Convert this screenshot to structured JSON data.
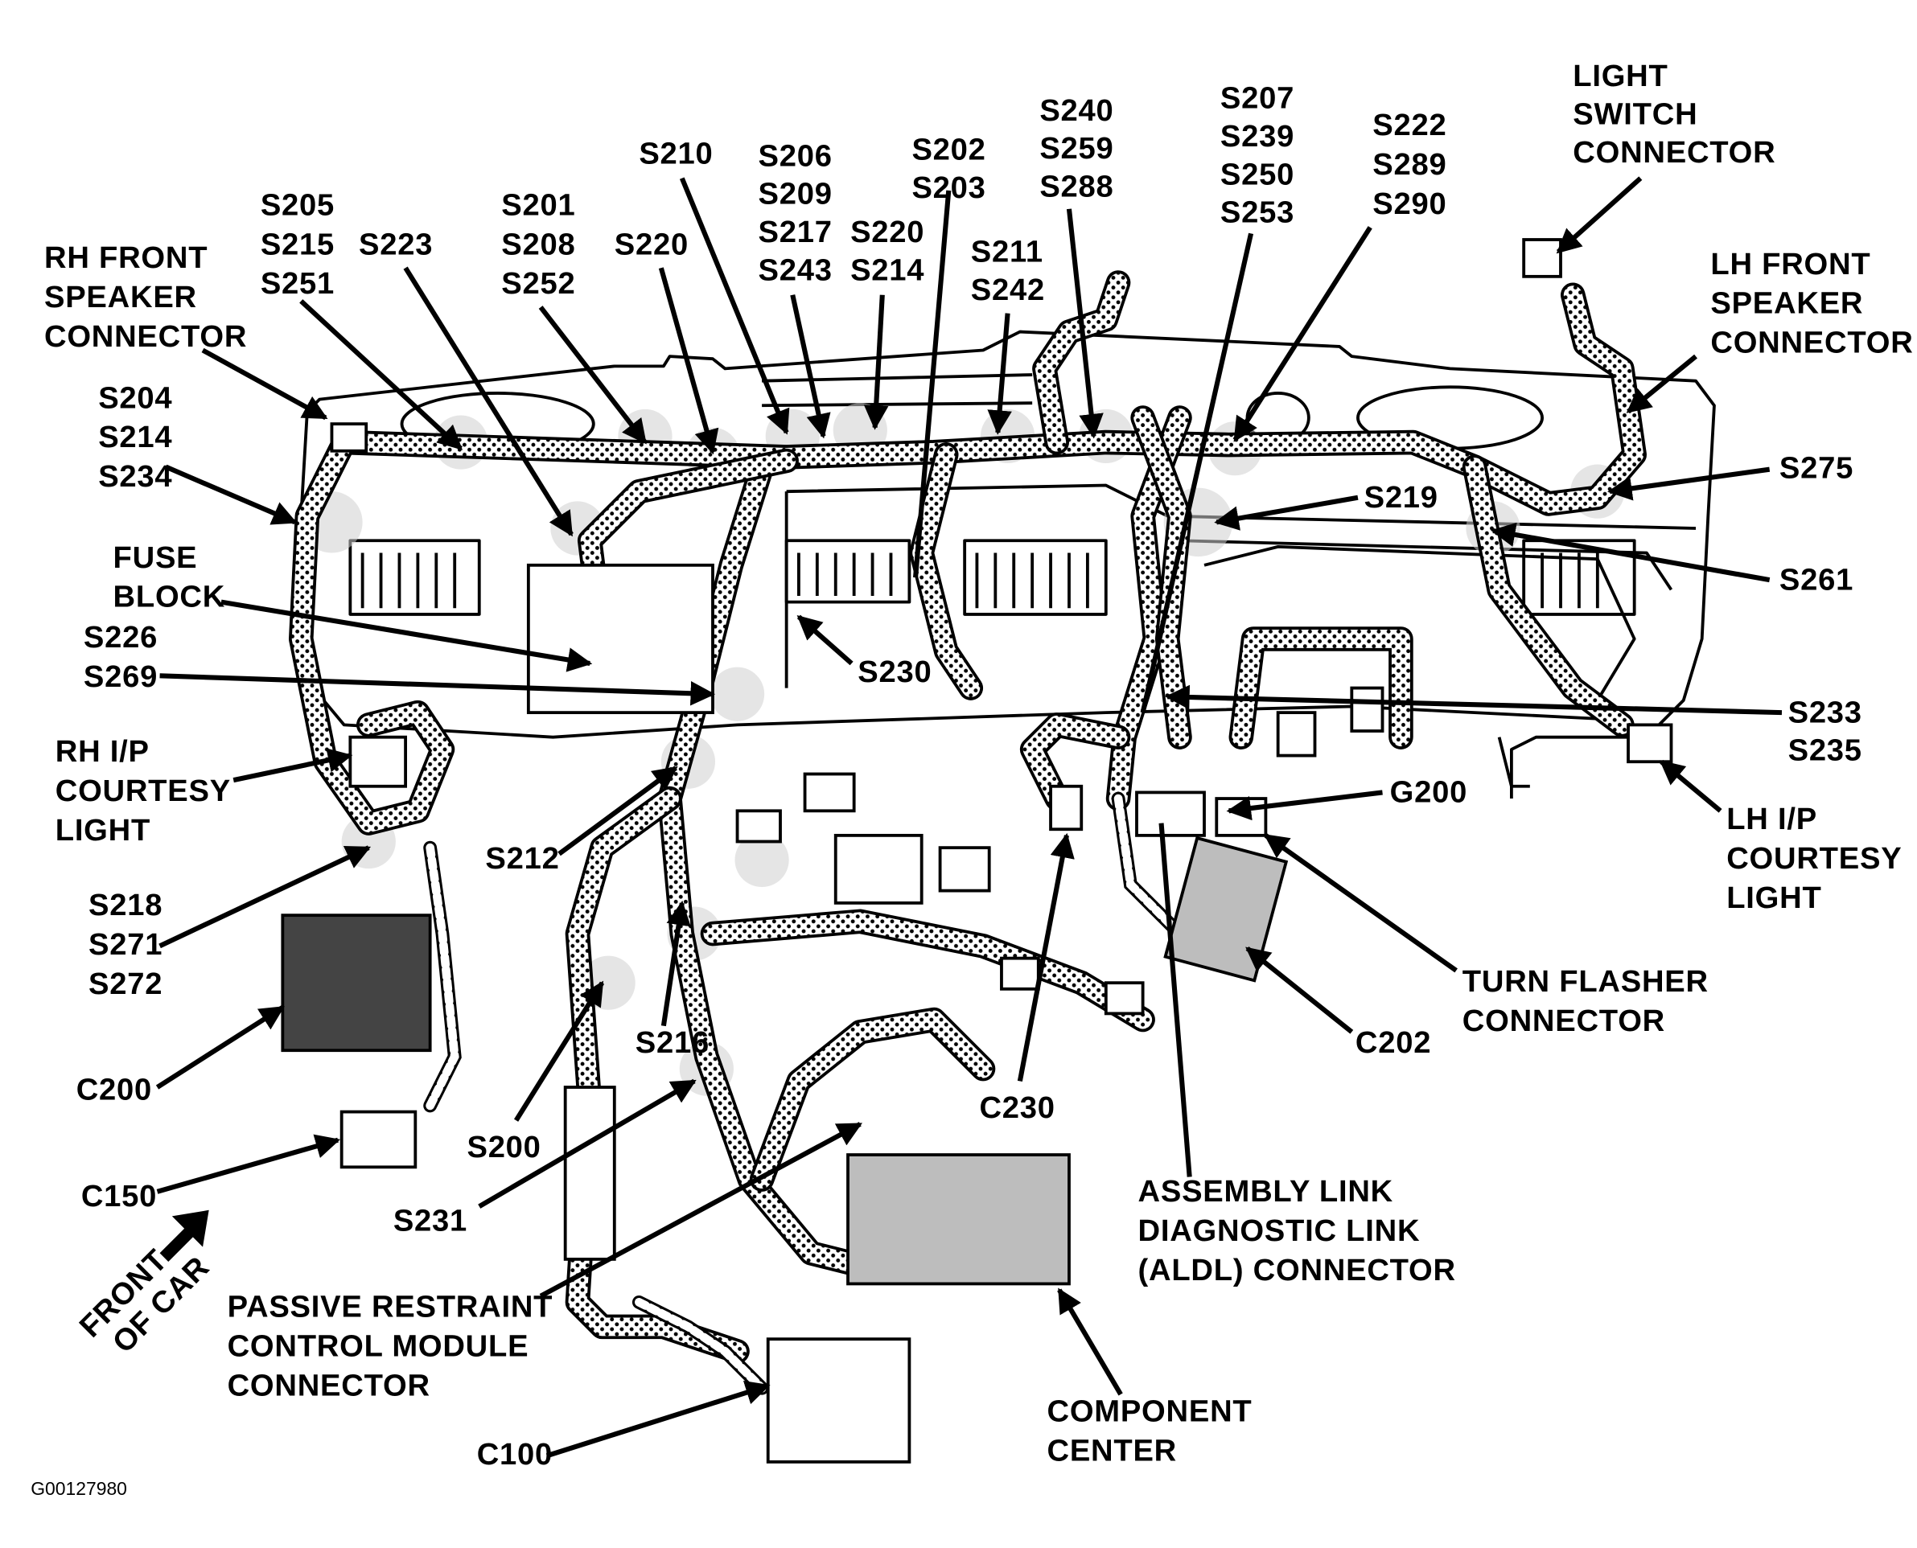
{
  "labels": {
    "rh_front_speaker": [
      "RH FRONT",
      "SPEAKER",
      "CONNECTOR"
    ],
    "s205": [
      "S205",
      "S215",
      "S251"
    ],
    "s223": [
      "S223"
    ],
    "s201": [
      "S201",
      "S208",
      "S252"
    ],
    "s220a": [
      "S220"
    ],
    "s210": [
      "S210"
    ],
    "s206": [
      "S206",
      "S209",
      "S217",
      "S243"
    ],
    "s220b": [
      "S220",
      "S214"
    ],
    "s202": [
      "S202",
      "S203"
    ],
    "s211": [
      "S211",
      "S242"
    ],
    "s240": [
      "S240",
      "S259",
      "S288"
    ],
    "s207": [
      "S207",
      "S239",
      "S250",
      "S253"
    ],
    "s222": [
      "S222",
      "S289",
      "S290"
    ],
    "light_switch": [
      "LIGHT",
      "SWITCH",
      "CONNECTOR"
    ],
    "lh_front_speaker": [
      "LH FRONT",
      "SPEAKER",
      "CONNECTOR"
    ],
    "s204": [
      "S204",
      "S214",
      "S234"
    ],
    "s275": [
      "S275"
    ],
    "s219": [
      "S219"
    ],
    "s261": [
      "S261"
    ],
    "fuse_block": [
      "FUSE",
      "BLOCK"
    ],
    "s226": [
      "S226",
      "S269"
    ],
    "s230": [
      "S230"
    ],
    "s233": [
      "S233",
      "S235"
    ],
    "rh_ip_courtesy": [
      "RH I/P",
      "COURTESY",
      "LIGHT"
    ],
    "g200": [
      "G200"
    ],
    "lh_ip_courtesy": [
      "LH I/P",
      "COURTESY",
      "LIGHT"
    ],
    "s212": [
      "S212"
    ],
    "s218": [
      "S218",
      "S271",
      "S272"
    ],
    "turn_flasher": [
      "TURN FLASHER",
      "CONNECTOR"
    ],
    "c202": [
      "C202"
    ],
    "s216": [
      "S216"
    ],
    "c200": [
      "C200"
    ],
    "c230": [
      "C230"
    ],
    "s200": [
      "S200"
    ],
    "aldl": [
      "ASSEMBLY LINK",
      "DIAGNOSTIC LINK",
      "(ALDL) CONNECTOR"
    ],
    "c150": [
      "C150"
    ],
    "s231": [
      "S231"
    ],
    "front_of_car": [
      "FRONT",
      "OF CAR"
    ],
    "passive_restraint": [
      "PASSIVE RESTRAINT",
      "CONTROL MODULE",
      "CONNECTOR"
    ],
    "component_center": [
      "COMPONENT",
      "CENTER"
    ],
    "c100": [
      "C100"
    ]
  },
  "figure_id": "G00127980",
  "colors": {
    "ink": "#000000",
    "splice_shade": "#cfcfcf",
    "background": "#ffffff"
  }
}
